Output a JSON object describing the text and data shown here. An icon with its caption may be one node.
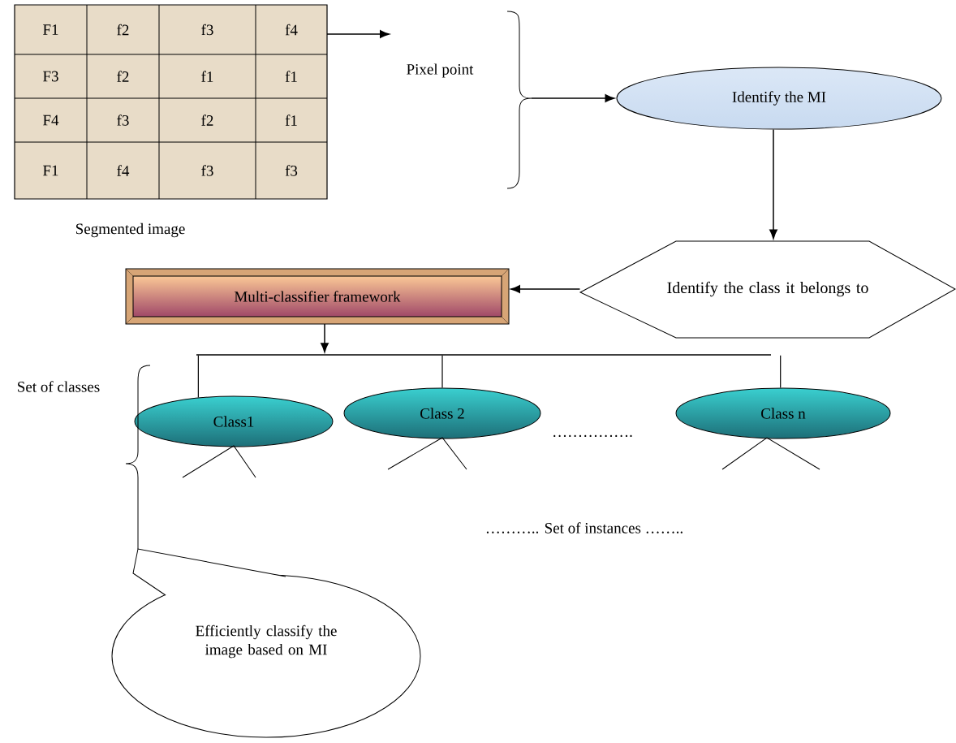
{
  "diagram": {
    "nodes": [
      {
        "text": [
          "F1",
          "f2",
          "f3",
          "f4",
          "F3",
          "f2",
          "f1",
          "f1",
          "F4",
          "f3",
          "f2",
          "f1",
          "F1",
          "f4",
          "f3",
          "f3"
        ],
        "beside": [
          "Segmented image"
        ]
      },
      {
        "text": [],
        "shape": "brace"
      },
      {
        "text": [
          "Identify the MI"
        ]
      },
      {
        "text": [
          "Identify the class it belongs to"
        ]
      },
      {
        "text": [
          "Multi-classifier framework"
        ]
      },
      {
        "text": [],
        "shape": "bar"
      },
      {
        "text": [
          "Class1"
        ]
      },
      {
        "text": [
          "Class 2"
        ]
      },
      {
        "text": [
          "Class n"
        ]
      },
      {
        "text": [
          "Efficiently classify the image based on MI"
        ]
      }
    ],
    "edges": [
      {
        "from": 0,
        "to": null,
        "arrow": "to"
      },
      {
        "from": 1,
        "to": 2,
        "arrow": "to"
      },
      {
        "from": 2,
        "to": 3,
        "arrow": "to"
      },
      {
        "from": 3,
        "to": 4,
        "arrow": "to"
      },
      {
        "from": 4,
        "to": 5,
        "arrow": "to"
      },
      {
        "from": 5,
        "to": 6,
        "arrow": "none"
      },
      {
        "from": 5,
        "to": 7,
        "arrow": "none"
      },
      {
        "from": 5,
        "to": 8,
        "arrow": "none"
      }
    ],
    "labels": [
      "Pixel point",
      "Set of classes",
      "…………….",
      "……….. Set of instances …….."
    ]
  }
}
